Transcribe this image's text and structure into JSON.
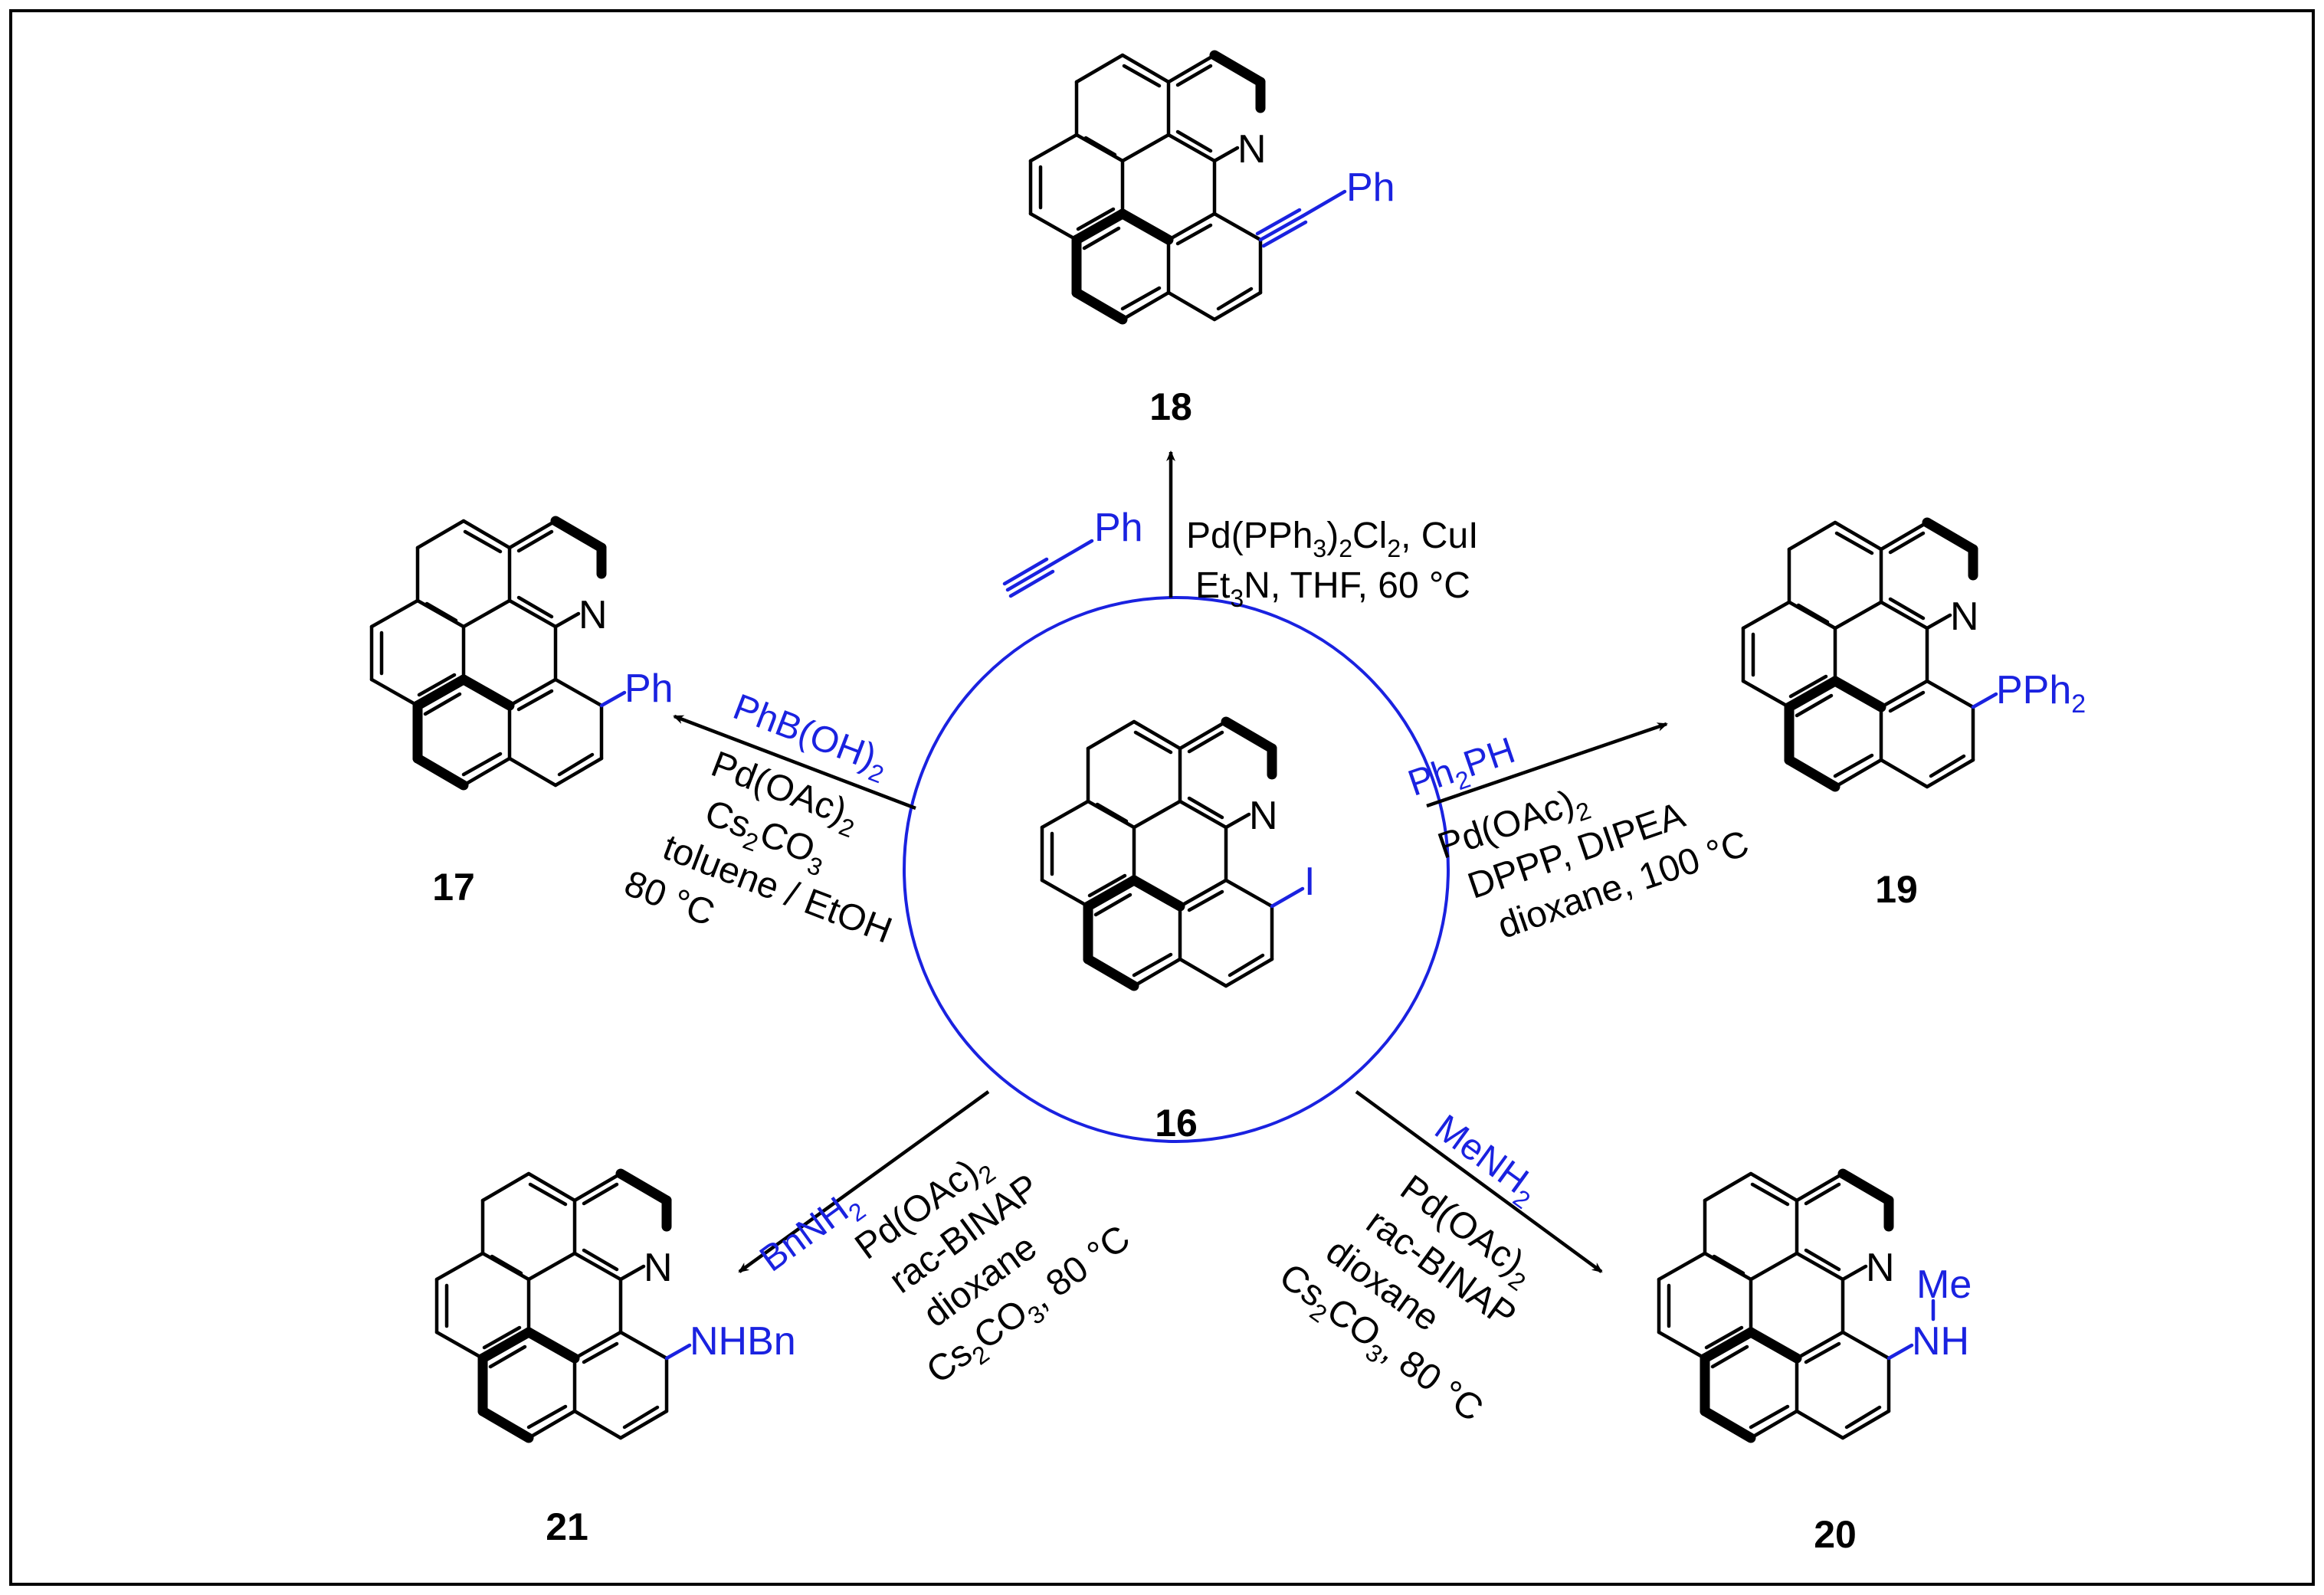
{
  "colors": {
    "reagent": "#1a22e0",
    "frame": "#000000"
  },
  "atoms": {
    "N": "N",
    "I": "I",
    "Ph": "Ph",
    "PPh": "PPh",
    "two": "2",
    "NHBn": "NHBn",
    "Me": "Me",
    "NH": "NH"
  },
  "compounds": {
    "c16": "16",
    "c17": "17",
    "c18": "18",
    "c19": "19",
    "c20": "20",
    "c21": "21"
  },
  "reactions": {
    "r18": {
      "reagent": "Ph",
      "c1": {
        "a": "Pd(PPh",
        "b": "3",
        "c": ")",
        "d": "2",
        "e": "Cl",
        "f": "2",
        "g": ", CuI"
      },
      "c2": {
        "a": "Et",
        "b": "3",
        "c": "N, THF, 60 °C"
      }
    },
    "r17": {
      "reagent": {
        "a": "PhB(OH)",
        "b": "2"
      },
      "c1": {
        "a": "Pd(OAc)",
        "b": "2"
      },
      "c2": {
        "a": "Cs",
        "b": "2",
        "c": "CO",
        "d": "3"
      },
      "c3": "toluene / EtOH",
      "c4": "80 °C"
    },
    "r19": {
      "reagent": {
        "a": "Ph",
        "b": "2",
        "c": "PH"
      },
      "c1": {
        "a": "Pd(OAc)",
        "b": "2"
      },
      "c2": "DPPP, DIPEA",
      "c3": "dioxane, 100 °C"
    },
    "r21": {
      "reagent": {
        "a": "BnNH",
        "b": "2"
      },
      "c1": {
        "a": "Pd(OAc)",
        "b": "2"
      },
      "c2": "rac-BINAP",
      "c3": "dioxane",
      "c4": {
        "a": "Cs",
        "b": "2",
        "c": "CO",
        "d": "3",
        "e": ", 80 °C"
      }
    },
    "r20": {
      "reagent": {
        "a": "MeNH",
        "b": "2"
      },
      "c1": {
        "a": "Pd(OAc)",
        "b": "2"
      },
      "c2": "rac-BINAP",
      "c3": "dioxane",
      "c4": {
        "a": "Cs",
        "b": "2",
        "c": "CO",
        "d": "3",
        "e": ", 80 °C"
      }
    }
  }
}
